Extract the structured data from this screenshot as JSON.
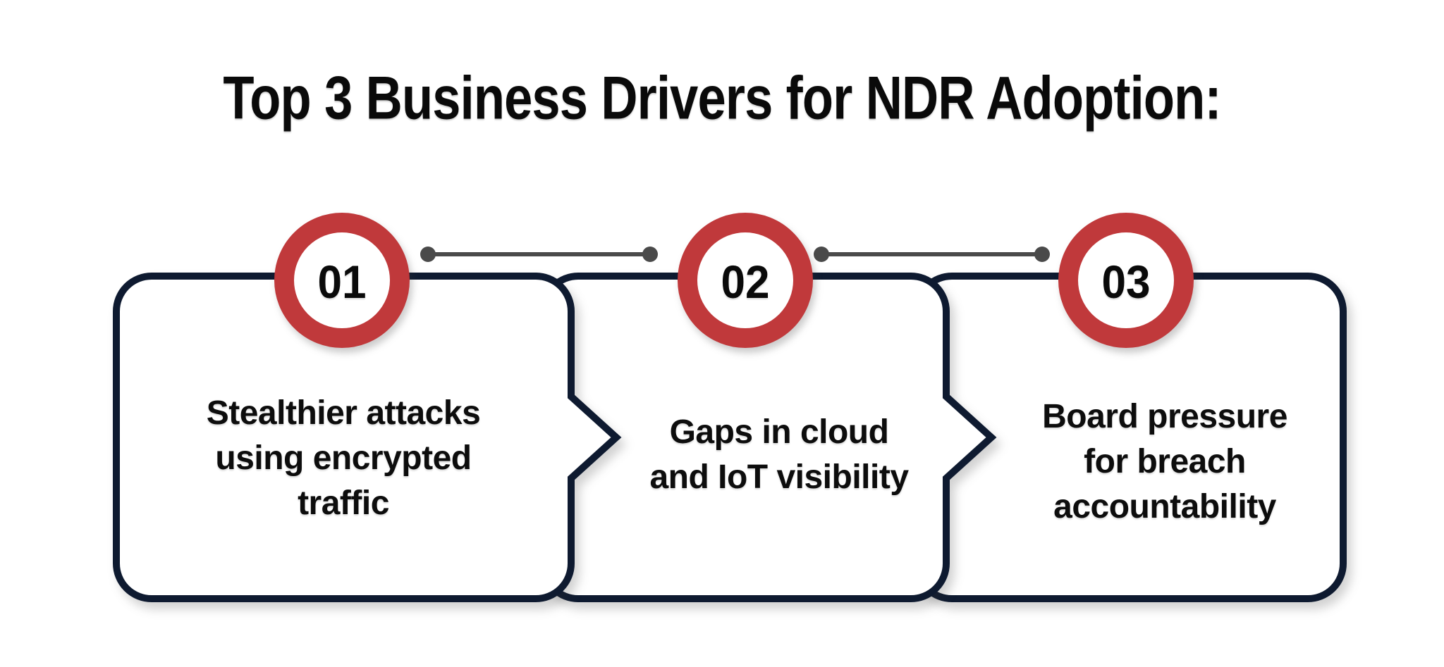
{
  "title": "Top 3 Business Drivers for NDR Adoption:",
  "colors": {
    "accent_red": "#c0393b",
    "outline_navy": "#0e1a30",
    "connector_gray": "#4a4a4a",
    "text_black": "#0d0d0d",
    "background": "#ffffff"
  },
  "steps": [
    {
      "number": "01",
      "label": "Stealthier attacks using encrypted traffic",
      "lines": [
        "Stealthier attacks",
        "using encrypted",
        "traffic"
      ]
    },
    {
      "number": "02",
      "label": "Gaps in cloud and IoT visibility",
      "lines": [
        "Gaps in cloud",
        "and IoT visibility"
      ]
    },
    {
      "number": "03",
      "label": "Board pressure for breach accountability",
      "lines": [
        "Board pressure",
        "for breach",
        "accountability"
      ]
    }
  ]
}
